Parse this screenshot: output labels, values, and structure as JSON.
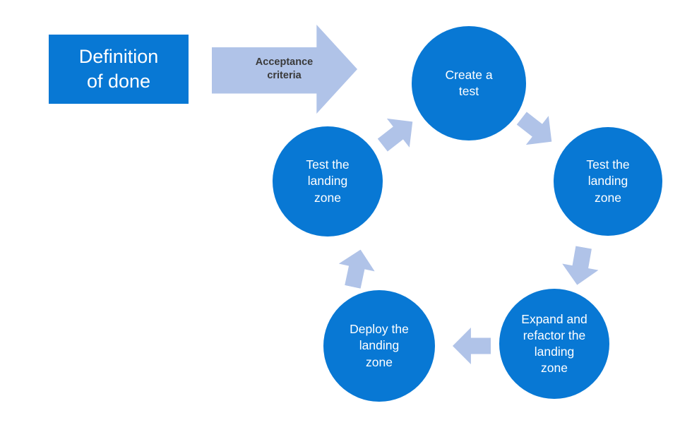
{
  "colors": {
    "node_blue": "#0878d4",
    "arrow_lavender": "#b0c3e8",
    "arrow_text": "#3a3a3a",
    "node_text": "#ffffff",
    "background": "#ffffff"
  },
  "start_box": {
    "label": "Definition\nof done"
  },
  "transition_arrow": {
    "label": "Acceptance\ncriteria",
    "direction": "right"
  },
  "cycle": {
    "flow": "clockwise",
    "steps": [
      {
        "id": "create-test",
        "label": "Create a\ntest",
        "position": "top"
      },
      {
        "id": "test-landing-zone-right",
        "label": "Test the\nlanding\nzone",
        "position": "right"
      },
      {
        "id": "expand-refactor-landing-zone",
        "label": "Expand and\nrefactor the\nlanding\nzone",
        "position": "bottom-right"
      },
      {
        "id": "deploy-landing-zone",
        "label": "Deploy the\nlanding\nzone",
        "position": "bottom-left"
      },
      {
        "id": "test-landing-zone-left",
        "label": "Test the\nlanding\nzone",
        "position": "left"
      }
    ],
    "connector_icons": [
      {
        "id": "top-to-right",
        "direction": "down-right"
      },
      {
        "id": "right-to-bottom-right",
        "direction": "down"
      },
      {
        "id": "bottom-right-to-bottom-left",
        "direction": "left"
      },
      {
        "id": "bottom-left-to-left",
        "direction": "up"
      },
      {
        "id": "left-to-top",
        "direction": "up-right"
      }
    ]
  }
}
